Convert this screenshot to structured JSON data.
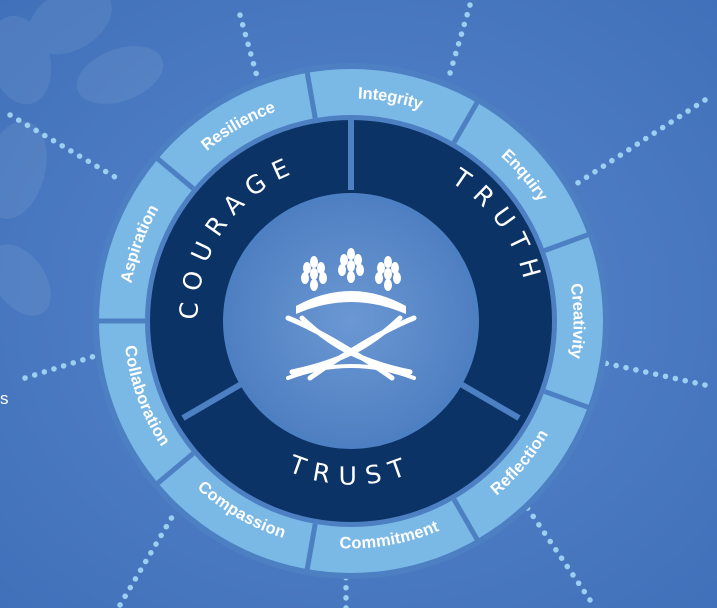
{
  "colors": {
    "background": "#4a7cc4",
    "outer_ring": "#7ab8e6",
    "inner_ring": "#0c3366",
    "center": "#5a88c7",
    "dots": "#9ccff0"
  },
  "core_values": [
    "COURAGE",
    "TRUTH",
    "TRUST"
  ],
  "attributes": [
    "Integrity",
    "Enquiry",
    "Creativity",
    "Reflection",
    "Commitment",
    "Compassion",
    "Collaboration",
    "Aspiration",
    "Resilience"
  ],
  "stray_text": "s",
  "emblem": "wheat-crossed-ribbons-icon"
}
